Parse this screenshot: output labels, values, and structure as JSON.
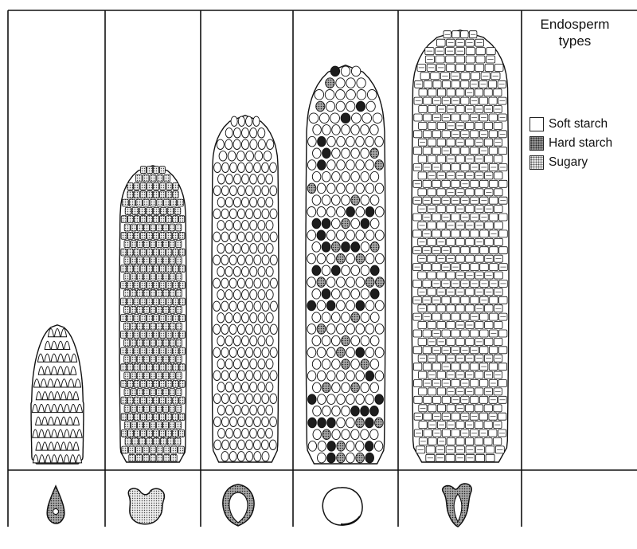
{
  "legend": {
    "title_line1": "Endosperm",
    "title_line2": "types",
    "items": [
      {
        "label": "Soft starch",
        "pattern": "plain",
        "color": "#ffffff"
      },
      {
        "label": "Hard starch",
        "pattern": "dense-stipple",
        "color": "#9a9a9a"
      },
      {
        "label": "Sugary",
        "pattern": "light-stipple",
        "color": "#e6e6e6"
      }
    ]
  },
  "ears": [
    {
      "kind": "small-pointed-ear",
      "kernel_style": "pointed",
      "kernel_section": "teardrop-with-dot"
    },
    {
      "kind": "medium-ear",
      "kernel_style": "stippled-rows",
      "kernel_section": "heart-sugary"
    },
    {
      "kind": "medium-tall-ear",
      "kernel_style": "round-white",
      "kernel_section": "hard-rim-soft-core"
    },
    {
      "kind": "tall-ear",
      "kernel_style": "round-mixed-dark",
      "kernel_section": "round-soft"
    },
    {
      "kind": "tallest-ear",
      "kernel_style": "dense-rows",
      "kernel_section": "dent-two-lobe"
    }
  ]
}
